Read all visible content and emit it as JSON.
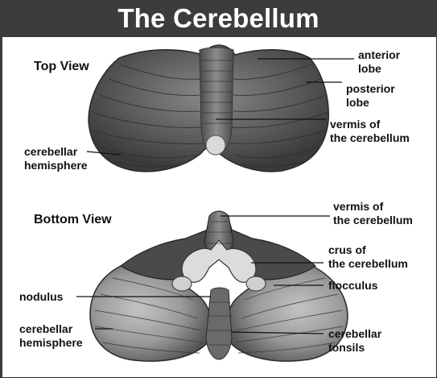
{
  "title": "The Cerebellum",
  "views": {
    "top": "Top View",
    "bottom": "Bottom View"
  },
  "top_labels": {
    "anterior_lobe": [
      "anterior",
      "lobe"
    ],
    "posterior_lobe": [
      "posterior",
      "lobe"
    ],
    "vermis": [
      "vermis of",
      "the cerebellum"
    ],
    "cerebellar_hemisphere": [
      "cerebellar",
      "hemisphere"
    ]
  },
  "bottom_labels": {
    "vermis": [
      "vermis of",
      "the cerebellum"
    ],
    "crus": [
      "crus of",
      "the cerebellum"
    ],
    "flocculus": "flocculus",
    "nodulus": "nodulus",
    "cerebellar_hemisphere": [
      "cerebellar",
      "hemisphere"
    ],
    "cerebellar_tonsils": [
      "cerebellar",
      "tonsils"
    ]
  },
  "colors": {
    "title_bar": "#3c3c3c",
    "title_text": "#ffffff",
    "tissue_dark": "#3a3a3a",
    "tissue_light": "#b8b8b8",
    "label_text": "#111111"
  }
}
